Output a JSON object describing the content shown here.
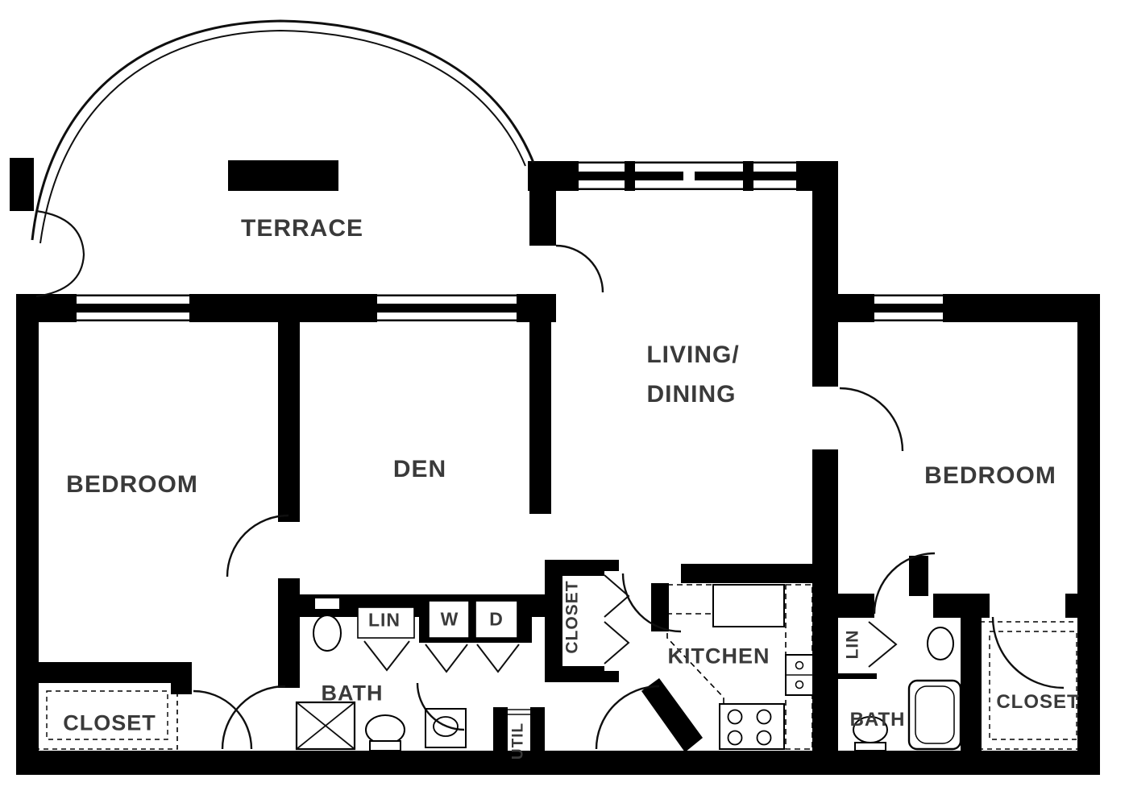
{
  "plan": {
    "background_color": "#ffffff",
    "wall_color": "#000000",
    "label_color": "#3a3a3a"
  },
  "labels": {
    "terrace": "TERRACE",
    "living_line1": "LIVING/",
    "living_line2": "DINING",
    "bedroom_left": "BEDROOM",
    "den": "DEN",
    "bedroom_right": "BEDROOM",
    "closet_left": "CLOSET",
    "bath_left": "BATH",
    "lin_left": "LIN",
    "washer": "W",
    "dryer": "D",
    "closet_hall": "CLOSET",
    "util": "UTIL",
    "kitchen": "KITCHEN",
    "lin_right": "LIN",
    "bath_right": "BATH",
    "closet_right": "CLOSET"
  }
}
